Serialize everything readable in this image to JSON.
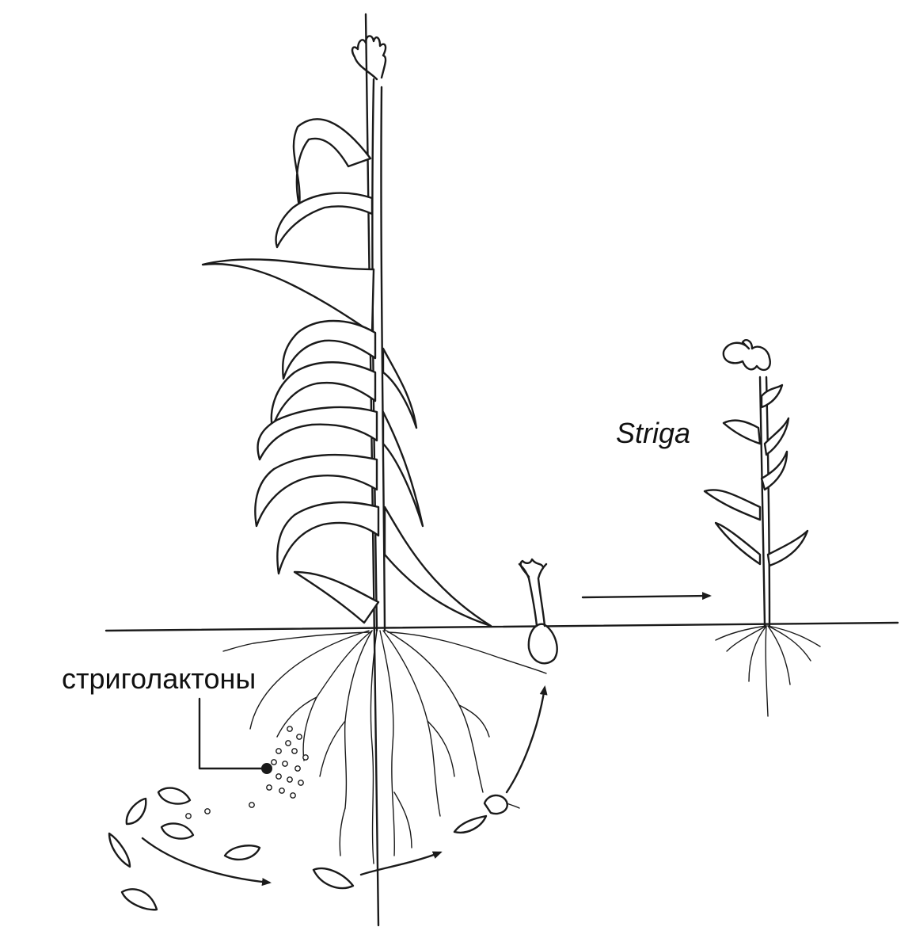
{
  "labels": {
    "strigolactones": "стриголактоны",
    "striga": "Striga"
  },
  "stages": [
    "seeds",
    "germinating-seed",
    "haustorium-attachment",
    "emerging-shoot",
    "flowering-striga"
  ],
  "colors": {
    "line": "#1a1a1a",
    "background": "#ffffff"
  }
}
